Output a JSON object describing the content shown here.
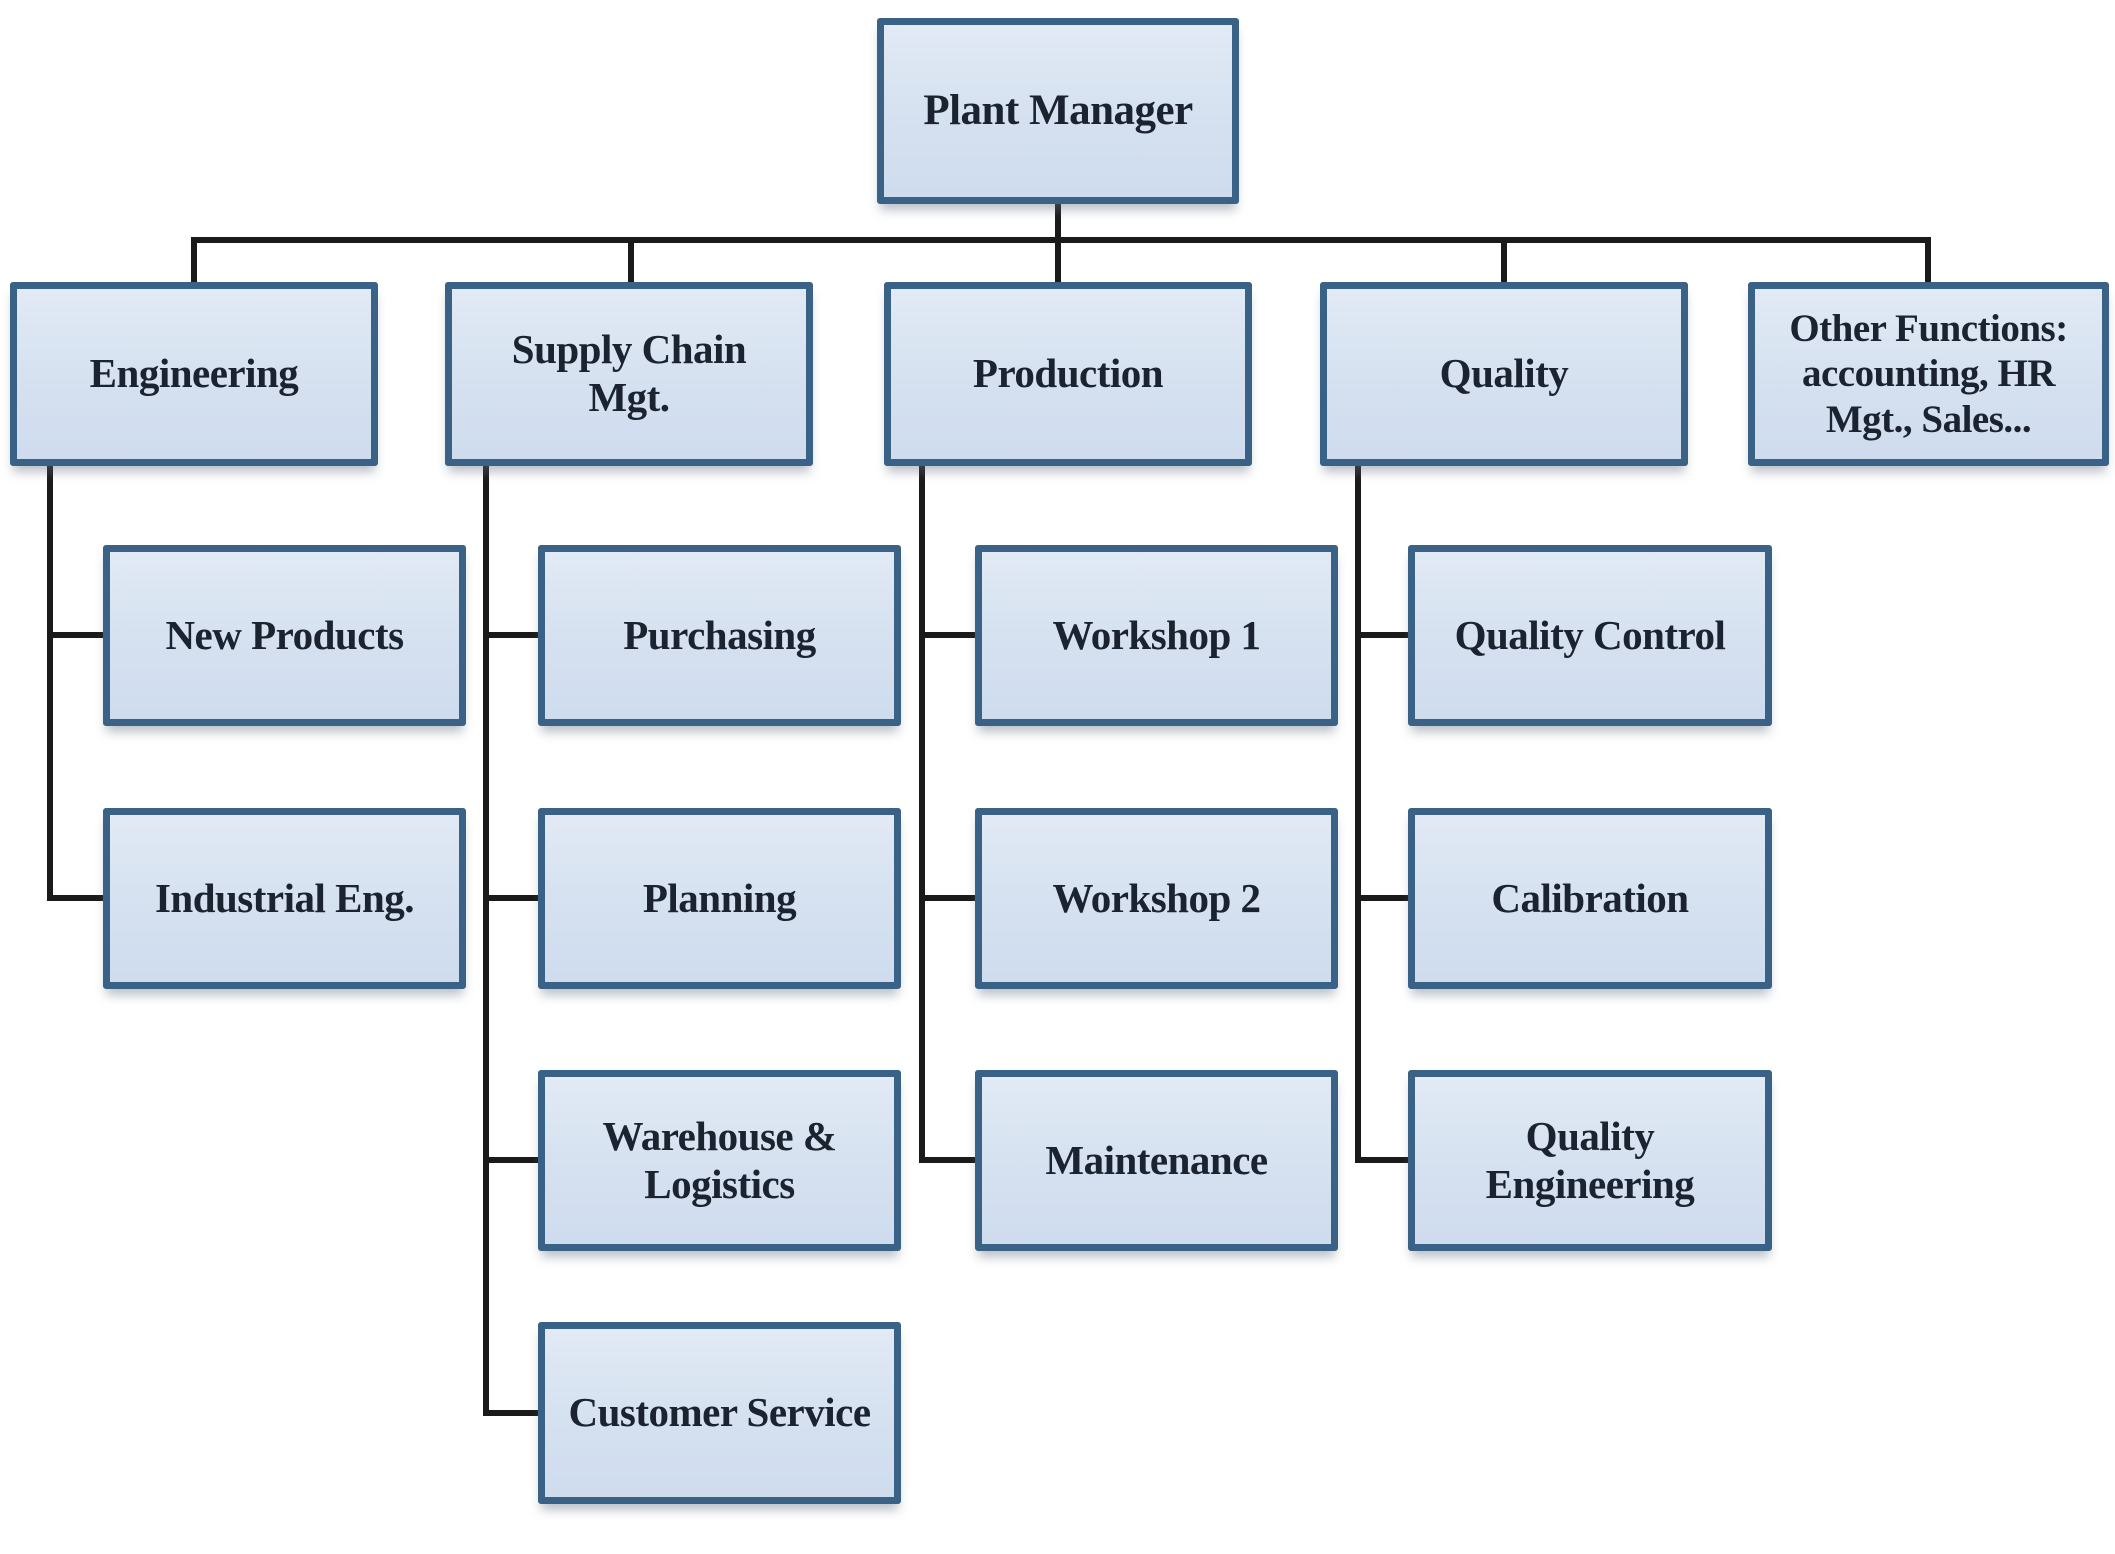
{
  "diagram": {
    "type": "org-chart",
    "colors": {
      "box_fill": "#d5e1f0",
      "box_border": "#3a6186",
      "connector": "#1a1a1a",
      "text": "#1b2330"
    },
    "nodes": [
      {
        "id": "plant-manager",
        "label": "Plant Manager",
        "parent": null
      },
      {
        "id": "engineering",
        "label": "Engineering",
        "parent": "plant-manager"
      },
      {
        "id": "supply-chain-mgt",
        "label": "Supply Chain\nMgt.",
        "parent": "plant-manager"
      },
      {
        "id": "production",
        "label": "Production",
        "parent": "plant-manager"
      },
      {
        "id": "quality",
        "label": "Quality",
        "parent": "plant-manager"
      },
      {
        "id": "other-functions",
        "label": "Other Functions:\naccounting, HR\nMgt., Sales...",
        "parent": "plant-manager"
      },
      {
        "id": "new-products",
        "label": "New Products",
        "parent": "engineering"
      },
      {
        "id": "industrial-eng",
        "label": "Industrial Eng.",
        "parent": "engineering"
      },
      {
        "id": "purchasing",
        "label": "Purchasing",
        "parent": "supply-chain-mgt"
      },
      {
        "id": "planning",
        "label": "Planning",
        "parent": "supply-chain-mgt"
      },
      {
        "id": "warehouse-logistics",
        "label": "Warehouse &\nLogistics",
        "parent": "supply-chain-mgt"
      },
      {
        "id": "customer-service",
        "label": "Customer Service",
        "parent": "supply-chain-mgt"
      },
      {
        "id": "workshop-1",
        "label": "Workshop 1",
        "parent": "production"
      },
      {
        "id": "workshop-2",
        "label": "Workshop 2",
        "parent": "production"
      },
      {
        "id": "maintenance",
        "label": "Maintenance",
        "parent": "production"
      },
      {
        "id": "quality-control",
        "label": "Quality Control",
        "parent": "quality"
      },
      {
        "id": "calibration",
        "label": "Calibration",
        "parent": "quality"
      },
      {
        "id": "quality-engineering",
        "label": "Quality\nEngineering",
        "parent": "quality"
      }
    ]
  }
}
